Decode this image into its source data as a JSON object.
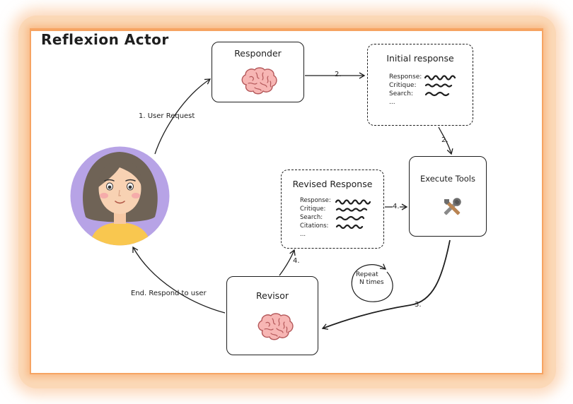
{
  "title": "Reflexion Actor",
  "responder": {
    "title": "Responder",
    "icon": "brain-icon"
  },
  "initial_response": {
    "title": "Initial response",
    "rows": [
      "Response:",
      "Critique:",
      "Search:",
      "..."
    ]
  },
  "execute_tools": {
    "title": "Execute Tools",
    "icon": "tools-icon"
  },
  "revised_response": {
    "title": "Revised Response",
    "rows": [
      "Response:",
      "Critique:",
      "Search:",
      "Citations:",
      "..."
    ]
  },
  "revisor": {
    "title": "Revisor",
    "icon": "brain-icon"
  },
  "edges": {
    "user_request": "1. User Request",
    "step2_a": "2.",
    "step2_b": "2.",
    "step3": "3.",
    "step4_a": "4.",
    "step4_b": "4.",
    "end": "End. Respond to user",
    "repeat_line1": "Repeat",
    "repeat_line2": "N times"
  },
  "colors": {
    "frame": "#f6a463",
    "brain": "#f7b6b4",
    "avatar_bg": "#b7a3e6",
    "hair": "#6f6356",
    "shirt": "#f9c74f"
  }
}
